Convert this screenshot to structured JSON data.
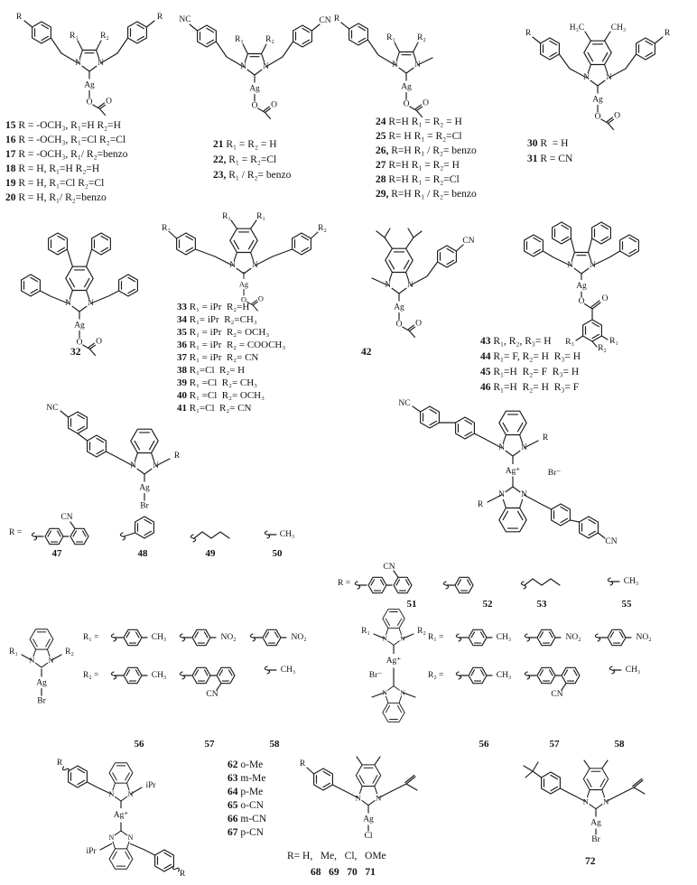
{
  "atoms": {
    "N": "N",
    "Ag": "Ag",
    "AgPlus": "Ag⁺",
    "O": "O",
    "Br": "Br",
    "BrMinus": "Br⁻",
    "Cl": "Cl",
    "R": "R",
    "R1": "R₁",
    "R2": "R₂",
    "R3": "R₃",
    "CN": "CN",
    "NC": "NC",
    "CH3": "CH₃",
    "H3C": "H₃C",
    "NO2": "NO₂",
    "iPr": "iPr"
  },
  "labels": {
    "Req": "R =",
    "R1eq": "R₁ =",
    "R2eq": "R₂ ="
  },
  "groups": {
    "g15_20": {
      "entries": [
        {
          "n": "15",
          "t": "R = -OCH₃, R₁=H R₂=H"
        },
        {
          "n": "16",
          "t": "R = -OCH₃, R₁=Cl R₂=Cl"
        },
        {
          "n": "17",
          "t": "R = -OCH₃, R₁/ R₂=benzo"
        },
        {
          "n": "18",
          "t": "R = H, R₁=H R₂=H"
        },
        {
          "n": "19",
          "t": "R = H, R₁=Cl R₂=Cl"
        },
        {
          "n": "20",
          "t": "R = H, R₁/ R₂=benzo"
        }
      ]
    },
    "g21_23": {
      "entries": [
        {
          "n": "21",
          "t": "R₁ = R₂ = H"
        },
        {
          "n": "22,",
          "t": "R₁ = R₂=Cl"
        },
        {
          "n": "23,",
          "t": "R₁ / R₂= benzo"
        }
      ]
    },
    "g24_29": {
      "entries": [
        {
          "n": "24",
          "t": "R=H R₁ = R₂ = H"
        },
        {
          "n": "25",
          "t": "R= H R₁ = R₂=Cl"
        },
        {
          "n": "26,",
          "t": "R=H R₁ / R₂= benzo"
        },
        {
          "n": "27",
          "t": "R=H R₁ = R₂= H"
        },
        {
          "n": "28",
          "t": "R=H R₁ = R₂=Cl"
        },
        {
          "n": "29,",
          "t": "R=H R₁ / R₂= benzo"
        }
      ]
    },
    "g30_31": {
      "entries": [
        {
          "n": "30",
          "t": "R  = H"
        },
        {
          "n": "31",
          "t": "R = CN"
        }
      ]
    },
    "g32": {
      "num": "32"
    },
    "g33_41": {
      "entries": [
        {
          "n": "33",
          "t": "R₁ = iPr  R₂=H"
        },
        {
          "n": "34",
          "t": "R₁= iPr  R₂=CH₃"
        },
        {
          "n": "35",
          "t": "R₁ = iPr  R₂= OCH₃"
        },
        {
          "n": "36",
          "t": "R₁ = iPr  R₂ = COOCH₃"
        },
        {
          "n": "37",
          "t": "R₁ = iPr  R₂= CN"
        },
        {
          "n": "38",
          "t": "R₁=Cl  R₂= H"
        },
        {
          "n": "39",
          "t": "R₁ =Cl  R₂= CH₃"
        },
        {
          "n": "40",
          "t": "R₁ =Cl  R₂= OCH₃"
        },
        {
          "n": "41",
          "t": "R₁=Cl  R₂= CN"
        }
      ]
    },
    "g42": {
      "num": "42"
    },
    "g43_46": {
      "entries": [
        {
          "n": "43",
          "t": "R₁, R₂, R₃= H"
        },
        {
          "n": "44",
          "t": "R₁= F, R₂= H  R₃= H"
        },
        {
          "n": "45",
          "t": "R₁=H  R₂= F  R₃= H"
        },
        {
          "n": "46",
          "t": "R₁=H  R₂= H  R₃= F"
        }
      ]
    },
    "g47_50": {
      "nums": [
        "47",
        "48",
        "49",
        "50"
      ]
    },
    "g51_55": {
      "nums": [
        "51",
        "52",
        "53",
        "55"
      ]
    },
    "g56_58": {
      "nums": [
        "56",
        "57",
        "58"
      ]
    },
    "g62_67": {
      "entries": [
        {
          "n": "62",
          "t": "o-Me"
        },
        {
          "n": "63",
          "t": "m-Me"
        },
        {
          "n": "64",
          "t": "p-Me"
        },
        {
          "n": "65",
          "t": "o-CN"
        },
        {
          "n": "66",
          "t": "m-CN"
        },
        {
          "n": "67",
          "t": "p-CN"
        }
      ]
    },
    "g68_71": {
      "r_line": "R= H,   Me,   Cl,   OMe",
      "nums_line": "68   69   70   71"
    },
    "g72": {
      "num": "72"
    }
  }
}
